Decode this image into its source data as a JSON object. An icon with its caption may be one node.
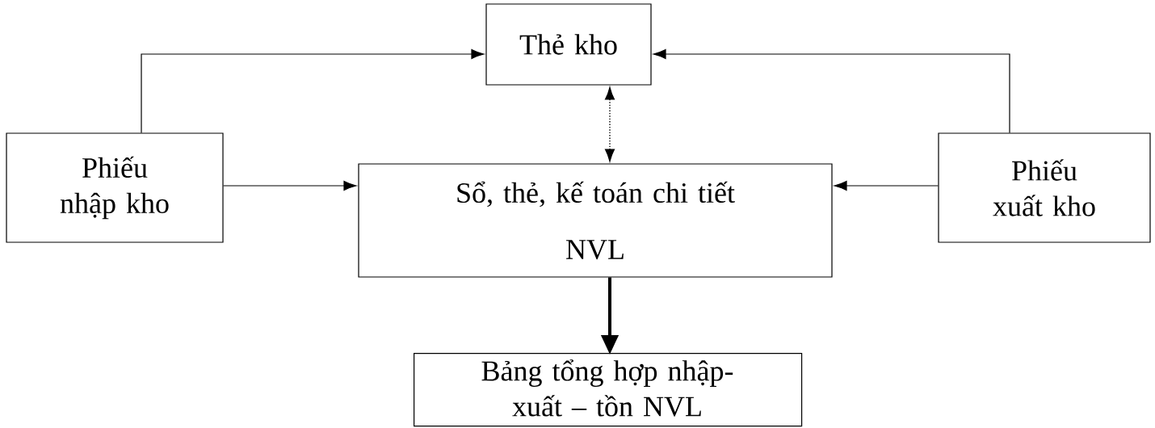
{
  "diagram": {
    "nodes": [
      {
        "text": [
          "Thẻ kho"
        ]
      },
      {
        "text": [
          "Phiếu nhập kho"
        ]
      },
      {
        "text": [
          "Sổ, thẻ, kế toán chi tiết",
          "NVL"
        ]
      },
      {
        "text": [
          "Phiếu xuất kho"
        ]
      },
      {
        "text": [
          "Bảng tổng hợp nhập- xuất – tồn NVL"
        ]
      }
    ],
    "edges": [
      {
        "from": 1,
        "to": 0,
        "arrow": "to"
      },
      {
        "from": 3,
        "to": 0,
        "arrow": "to"
      },
      {
        "from": 0,
        "to": 2,
        "arrow": "both",
        "style": "dashed"
      },
      {
        "from": 1,
        "to": 2,
        "arrow": "to"
      },
      {
        "from": 3,
        "to": 2,
        "arrow": "to"
      },
      {
        "from": 2,
        "to": 4,
        "arrow": "to",
        "style": "thick"
      }
    ]
  }
}
